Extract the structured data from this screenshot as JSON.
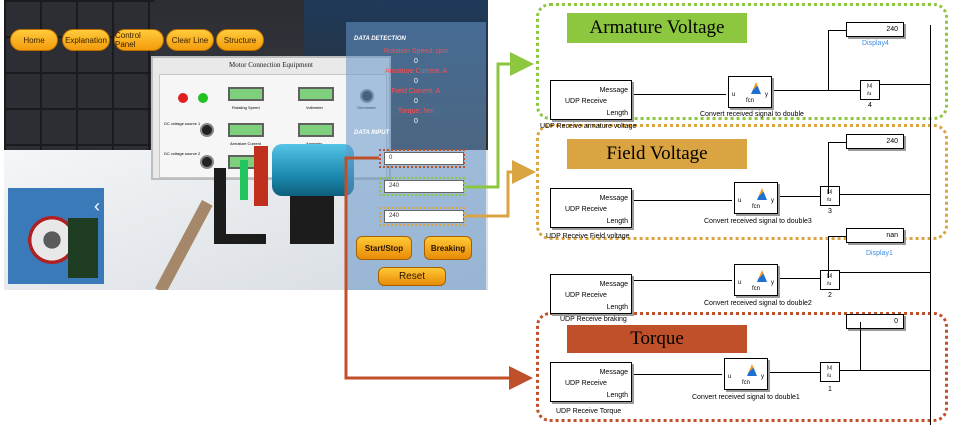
{
  "scene": {
    "top_buttons": [
      "Home",
      "Explanation",
      "Control Panel",
      "Clear Line",
      "Structure"
    ],
    "equipment_title": "Motor Connection Equipment",
    "panel_labels": [
      "Rotating Speed",
      "Voltmeter",
      "Armature Current",
      "Ammeter",
      "Ohmmeter"
    ],
    "side_labels": [
      "DC voltage source 1",
      "DC voltage source 2"
    ]
  },
  "data_panel": {
    "detection_heading": "DATA DETECTION",
    "readings": [
      {
        "label": "Rotation Speed: rpm",
        "value": "0"
      },
      {
        "label": "Armature Current: A",
        "value": "0"
      },
      {
        "label": "Field Current: A",
        "value": "0"
      },
      {
        "label": "Torque: Nm",
        "value": "0"
      }
    ],
    "input_heading": "DATA INPUT",
    "inputs": [
      "0",
      "240",
      "240"
    ],
    "buttons": {
      "start_stop": "Start/Stop",
      "breaking": "Breaking",
      "reset": "Reset"
    }
  },
  "sections": {
    "armature": "Armature Voltage",
    "field": "Field Voltage",
    "torque": "Torque"
  },
  "simulink": {
    "udp": {
      "message": "Message",
      "name": "UDP Receive",
      "length": "Length"
    },
    "fcn": {
      "u": "u",
      "y": "y",
      "label": "fcn"
    },
    "udp_captions": [
      "UDP Receive armature voltage",
      "UDP Receive Field voltage",
      "UDP Receive braking",
      "UDP Receive Torque"
    ],
    "convert_captions": [
      "Convert received signal to double",
      "Convert received signal to double3",
      "Convert received signal to double2",
      "Convert received signal to double1"
    ],
    "displays": [
      "240",
      "240",
      "nan",
      "0"
    ],
    "display_labels": [
      "Display4",
      "Display1"
    ],
    "abs_numbers": [
      "4",
      "3",
      "2",
      "1"
    ],
    "abs_text": [
      "|u|",
      "/u"
    ]
  },
  "colors": {
    "armature": "#8dc63f",
    "field": "#d9a441",
    "torque": "#c0502a",
    "button_orange": "#f39b0c",
    "display_label_blue": "#3a8ee6"
  }
}
